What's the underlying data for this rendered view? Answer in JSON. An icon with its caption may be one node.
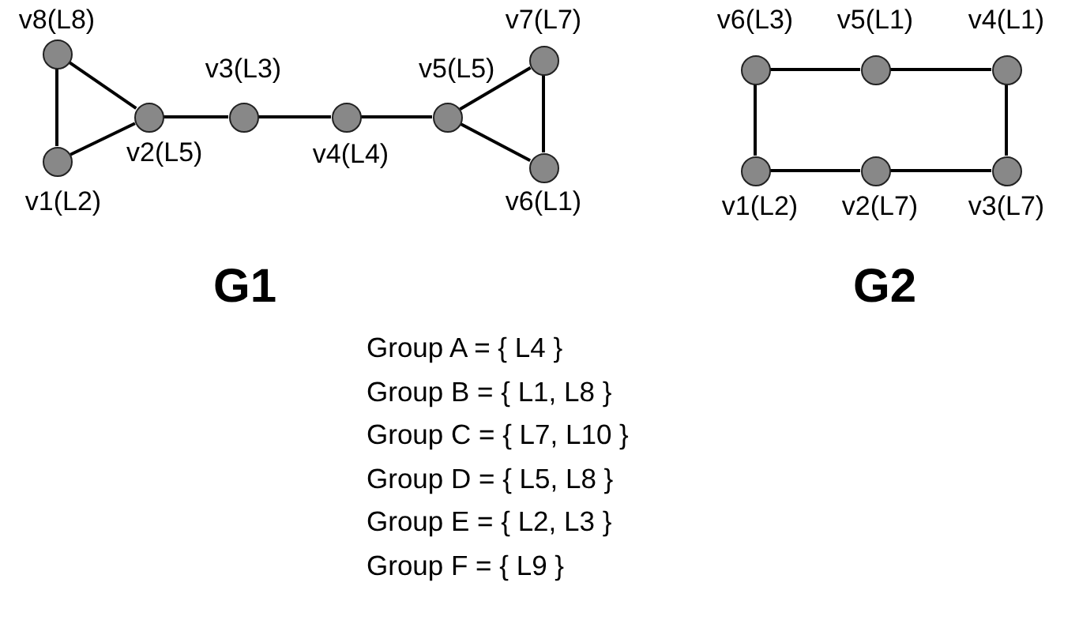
{
  "diagram": {
    "nodes": [
      {
        "text": [],
        "shape": "circle",
        "beside": [
          "v8(L8)"
        ]
      },
      {
        "text": [],
        "shape": "circle",
        "beside": [
          "v1(L2)"
        ]
      },
      {
        "text": [],
        "shape": "circle",
        "beside": [
          "v2(L5)"
        ]
      },
      {
        "text": [],
        "shape": "circle",
        "beside": [
          "v3(L3)"
        ]
      },
      {
        "text": [],
        "shape": "circle",
        "beside": [
          "v4(L4)"
        ]
      },
      {
        "text": [],
        "shape": "circle",
        "beside": [
          "v5(L5)"
        ]
      },
      {
        "text": [],
        "shape": "circle",
        "beside": [
          "v7(L7)"
        ]
      },
      {
        "text": [],
        "shape": "circle",
        "beside": [
          "v6(L1)"
        ]
      },
      {
        "text": [],
        "shape": "circle",
        "beside": [
          "v6(L3)"
        ]
      },
      {
        "text": [],
        "shape": "circle",
        "beside": [
          "v5(L1)"
        ]
      },
      {
        "text": [],
        "shape": "circle",
        "beside": [
          "v4(L1)"
        ]
      },
      {
        "text": [],
        "shape": "circle",
        "beside": [
          "v1(L2)"
        ]
      },
      {
        "text": [],
        "shape": "circle",
        "beside": [
          "v2(L7)"
        ]
      },
      {
        "text": [],
        "shape": "circle",
        "beside": [
          "v3(L7)"
        ]
      }
    ],
    "edges": [
      {
        "from": 0,
        "to": 1,
        "arrow": "none"
      },
      {
        "from": 0,
        "to": 2,
        "arrow": "none"
      },
      {
        "from": 1,
        "to": 2,
        "arrow": "none"
      },
      {
        "from": 2,
        "to": 3,
        "arrow": "none"
      },
      {
        "from": 3,
        "to": 4,
        "arrow": "none"
      },
      {
        "from": 4,
        "to": 5,
        "arrow": "none"
      },
      {
        "from": 5,
        "to": 6,
        "arrow": "none"
      },
      {
        "from": 5,
        "to": 7,
        "arrow": "none"
      },
      {
        "from": 6,
        "to": 7,
        "arrow": "none"
      },
      {
        "from": 8,
        "to": 9,
        "arrow": "none"
      },
      {
        "from": 9,
        "to": 10,
        "arrow": "none"
      },
      {
        "from": 8,
        "to": 11,
        "arrow": "none"
      },
      {
        "from": 10,
        "to": 13,
        "arrow": "none"
      },
      {
        "from": 11,
        "to": 12,
        "arrow": "none"
      },
      {
        "from": 12,
        "to": 13,
        "arrow": "none"
      }
    ],
    "labels": [
      "G1",
      "G2",
      "Group A = { L4 }",
      "Group B = { L1, L8 }",
      "Group C = { L7, L10 }",
      "Group D = { L5, L8 }",
      "Group E = { L2, L3 }",
      "Group F = { L9 }"
    ]
  }
}
